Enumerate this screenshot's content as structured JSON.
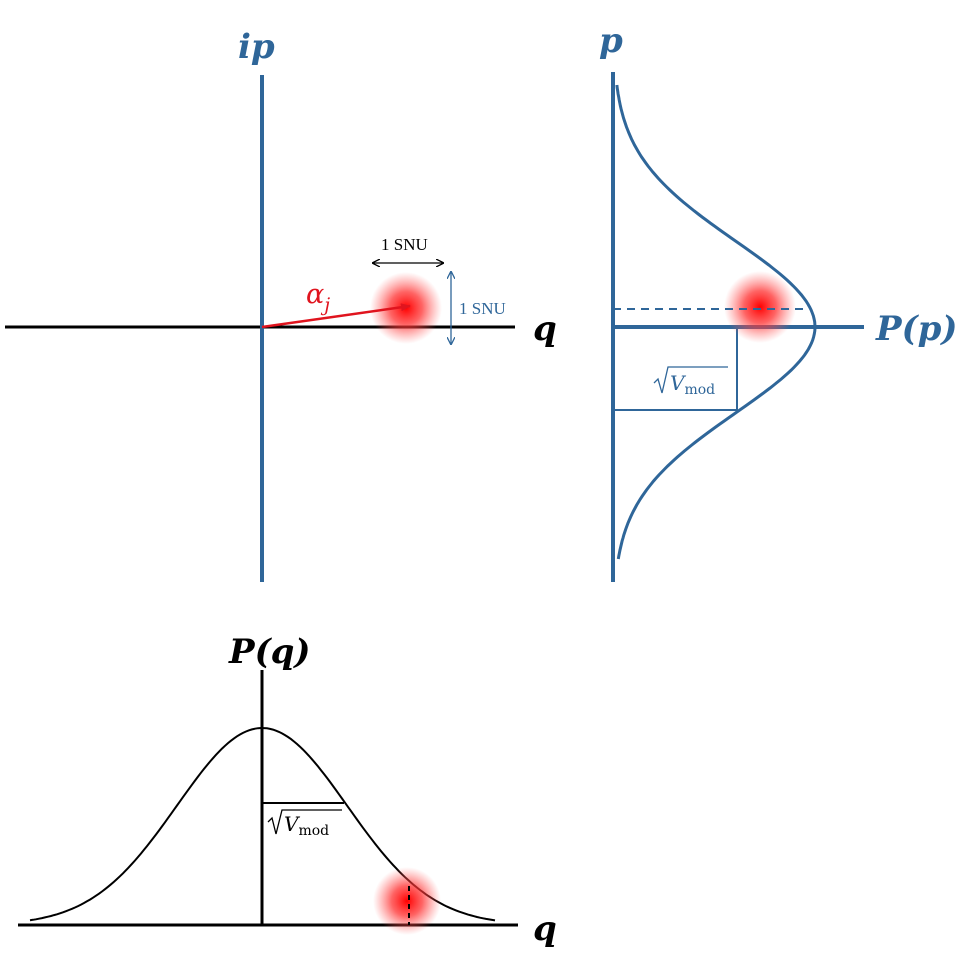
{
  "colors": {
    "blue": "#2f6699",
    "black": "#000000",
    "red": "#e0141e",
    "glow": "#ff1a1a"
  },
  "phase_space": {
    "vertical_axis_label": "ip",
    "horizontal_axis_label": "q",
    "vector_label_base": "α",
    "vector_label_sub": "j",
    "width_label": "1 SNU",
    "height_label": "1 SNU"
  },
  "p_distribution": {
    "vertical_axis_label": "p",
    "horizontal_axis_label": "P(p)",
    "width_label_base": "V",
    "width_label_sub": "mod"
  },
  "q_distribution": {
    "vertical_axis_label": "P(q)",
    "horizontal_axis_label": "q",
    "width_label_base": "V",
    "width_label_sub": "mod"
  }
}
